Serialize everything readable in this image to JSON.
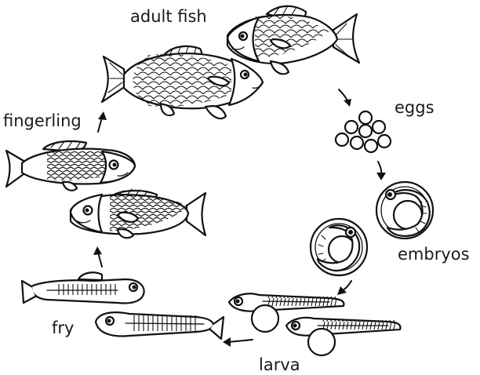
{
  "labels": {
    "adult_fish": "adult fish",
    "eggs": "eggs",
    "embryos": "embryos",
    "larva": "larva",
    "fry": "fry",
    "fingerling": "fingerling"
  },
  "colors": {
    "ink": "#111111",
    "background": "#ffffff"
  }
}
